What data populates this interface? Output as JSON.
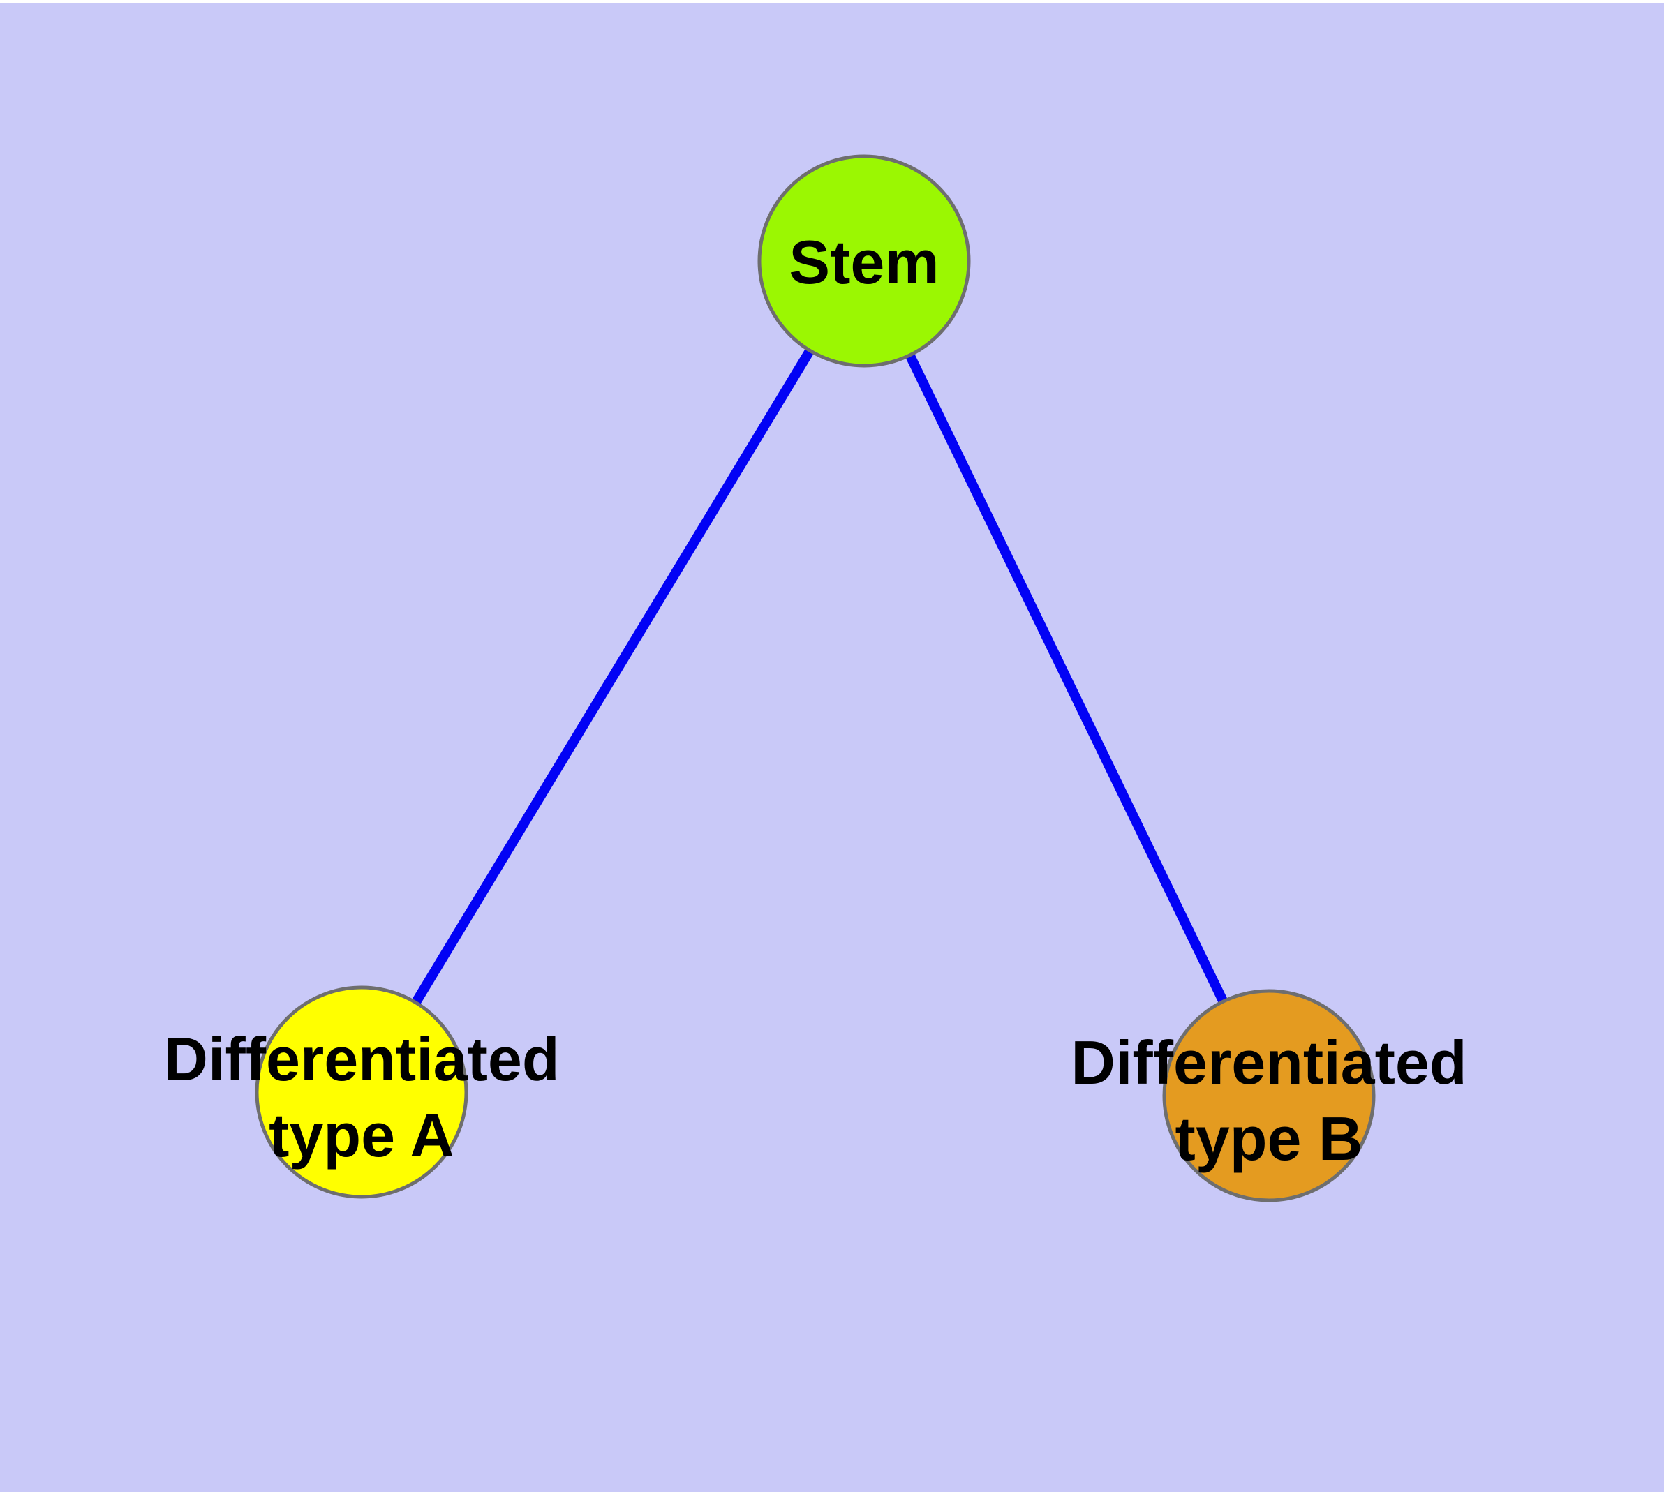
{
  "diagram": {
    "type": "graph",
    "colors": {
      "background": "#C9C9F8",
      "top_margin": "#FFFFFF",
      "edge": "#0202F5",
      "node_border": "#6E6E6E",
      "label_text": "#000000"
    },
    "nodes": [
      {
        "id": "stem",
        "shape": "circle",
        "color": "#9BF702",
        "label": "Stem"
      },
      {
        "id": "differentiated-type-a",
        "shape": "circle",
        "color": "#FFFF00",
        "label_line1": "Differentiated",
        "label_line2": "type A"
      },
      {
        "id": "differentiated-type-b",
        "shape": "circle",
        "color": "#E49B20",
        "label_line1": "Differentiated",
        "label_line2": "type B"
      }
    ],
    "edges": [
      {
        "from": "Stem",
        "to": "Differentiated type A"
      },
      {
        "from": "Stem",
        "to": "Differentiated type B"
      }
    ]
  }
}
